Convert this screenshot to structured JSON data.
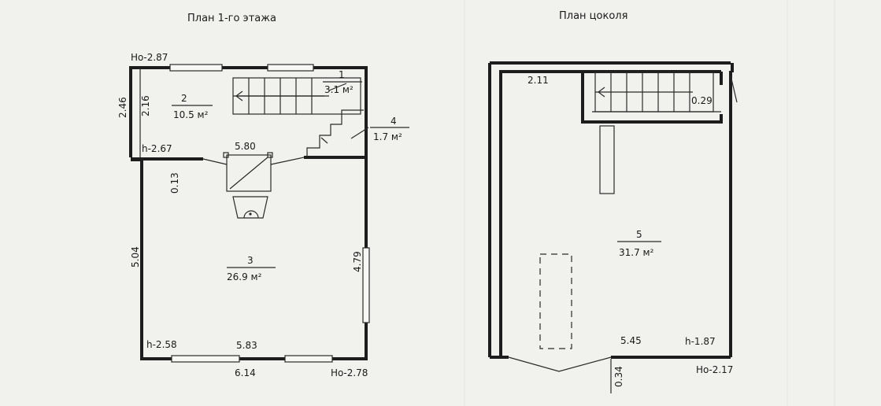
{
  "plan1": {
    "title": "План 1-го этажа",
    "rooms": [
      {
        "id": "1",
        "area": "3.1 м²"
      },
      {
        "id": "2",
        "area": "10.5 м²"
      },
      {
        "id": "3",
        "area": "26.9 м²"
      },
      {
        "id": "4",
        "area": "1.7 м²"
      }
    ],
    "dims": {
      "top_height": "Hо-2.87",
      "left_outer": "2.46",
      "left_inner": "2.16",
      "h_mid": "h-2.67",
      "width_mid": "5.80",
      "gap": "0.13",
      "left_long": "5.04",
      "right_long": "4.79",
      "h_bottom": "h-2.58",
      "bottom_inner": "5.83",
      "bottom_outer": "6.14",
      "bottom_height": "Hо-2.78"
    }
  },
  "plan2": {
    "title": "План цоколя",
    "rooms": [
      {
        "id": "5",
        "area": "31.7 м²"
      }
    ],
    "dims": {
      "top_left": "2.11",
      "top_right": "0.29",
      "bottom_width": "5.45",
      "h_right": "h-1.87",
      "bottom_small": "0.34",
      "bottom_height": "Hо-2.17"
    }
  }
}
